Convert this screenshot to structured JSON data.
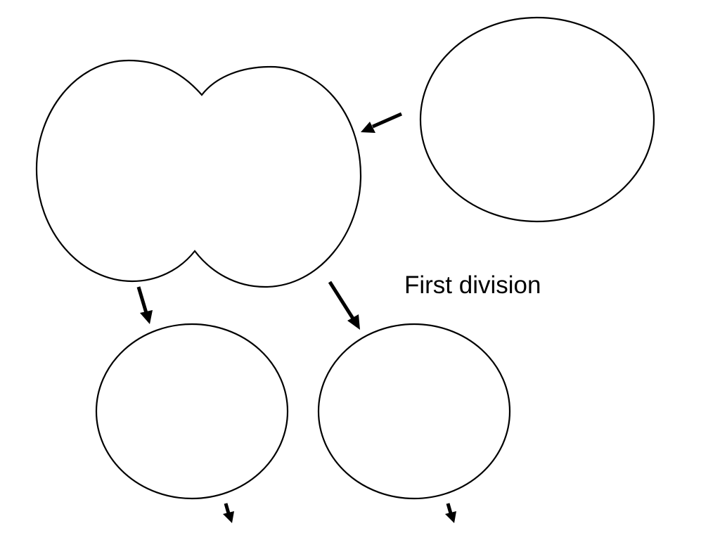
{
  "diagram": {
    "label": "First division",
    "colors": {
      "background": "#ffffff",
      "outline": "#000000",
      "text": "#000000"
    },
    "cells": [
      {
        "id": "parent-cell",
        "shape": "circle"
      },
      {
        "id": "dividing-cell",
        "shape": "pinched-figure-eight"
      },
      {
        "id": "daughter-cell-left",
        "shape": "circle"
      },
      {
        "id": "daughter-cell-right",
        "shape": "circle"
      }
    ],
    "arrows": [
      {
        "from": "parent-cell",
        "to": "dividing-cell"
      },
      {
        "from": "dividing-cell",
        "to": "daughter-cell-left"
      },
      {
        "from": "dividing-cell",
        "to": "daughter-cell-right"
      },
      {
        "from": "daughter-cell-left",
        "to": "continues-below"
      },
      {
        "from": "daughter-cell-right",
        "to": "continues-below"
      }
    ]
  }
}
